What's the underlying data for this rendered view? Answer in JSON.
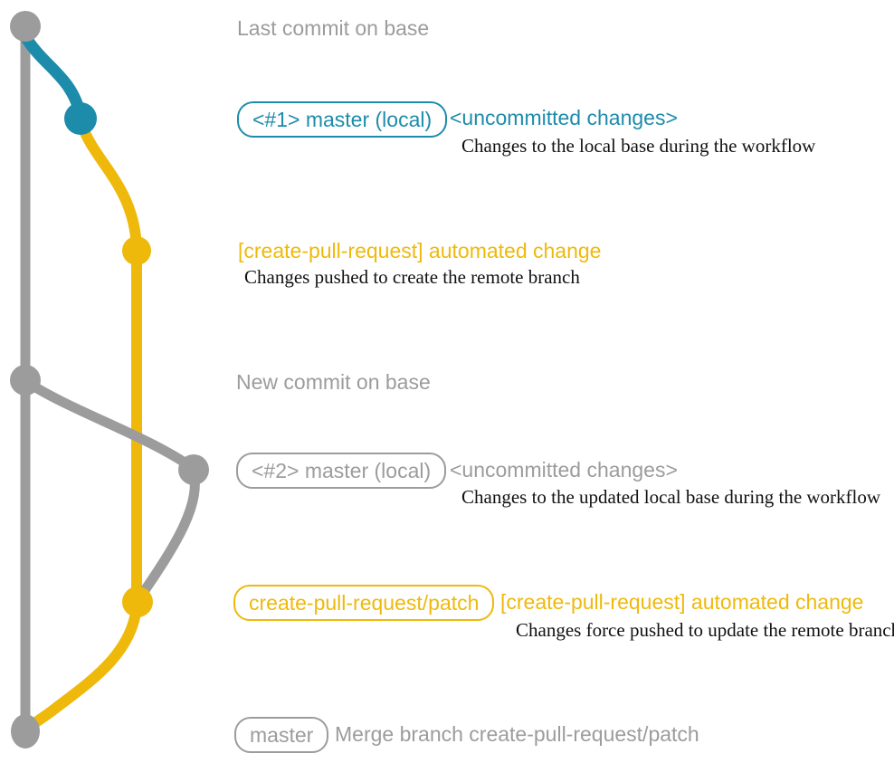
{
  "colors": {
    "teal": "#1d8cab",
    "yellow": "#efb90b",
    "gray": "#9c9c9c",
    "caption": "#111111",
    "background": "#ffffff"
  },
  "graph": {
    "last_commit_label": "Last commit on base",
    "new_commit_label": "New commit on base"
  },
  "row_uncommitted_1": {
    "badge": "<#1> master (local)",
    "note": "<uncommitted changes>",
    "caption": "Changes to the local base during the workflow"
  },
  "row_push_1": {
    "title": "[create-pull-request] automated change",
    "caption": "Changes pushed to create the remote branch"
  },
  "row_uncommitted_2": {
    "badge": "<#2> master (local)",
    "note": "<uncommitted changes>",
    "caption": "Changes to the updated local base during the workflow"
  },
  "row_push_2": {
    "badge": "create-pull-request/patch",
    "title": "[create-pull-request] automated change",
    "caption": "Changes force pushed to update the remote branch"
  },
  "row_merge": {
    "badge": "master",
    "text": "Merge branch create-pull-request/patch"
  }
}
